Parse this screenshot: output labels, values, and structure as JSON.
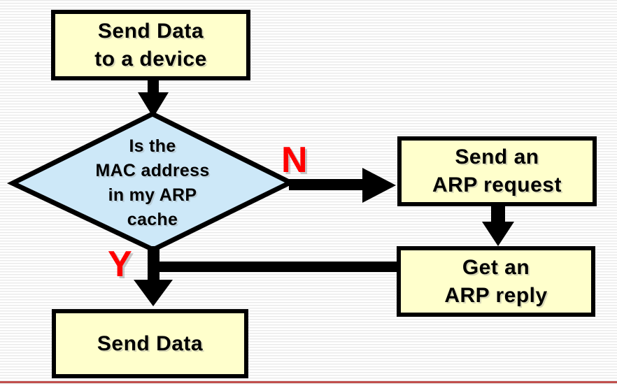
{
  "flowchart": {
    "nodes": {
      "start": {
        "line1": "Send Data",
        "line2": "to a device"
      },
      "decision": {
        "line1": "Is the",
        "line2": "MAC address",
        "line3": "in my ARP",
        "line4": "cache"
      },
      "request": {
        "line1": "Send an",
        "line2": "ARP request"
      },
      "reply": {
        "line1": "Get an",
        "line2": "ARP reply"
      },
      "end": {
        "line1": "Send Data"
      }
    },
    "branch_labels": {
      "no": "N",
      "yes": "Y"
    }
  },
  "colors": {
    "process_fill": "#ffffcc",
    "decision_fill": "#cde8f8",
    "stroke": "#000000",
    "branch_label": "#ff0000",
    "bottom_rule": "#c0504d"
  }
}
